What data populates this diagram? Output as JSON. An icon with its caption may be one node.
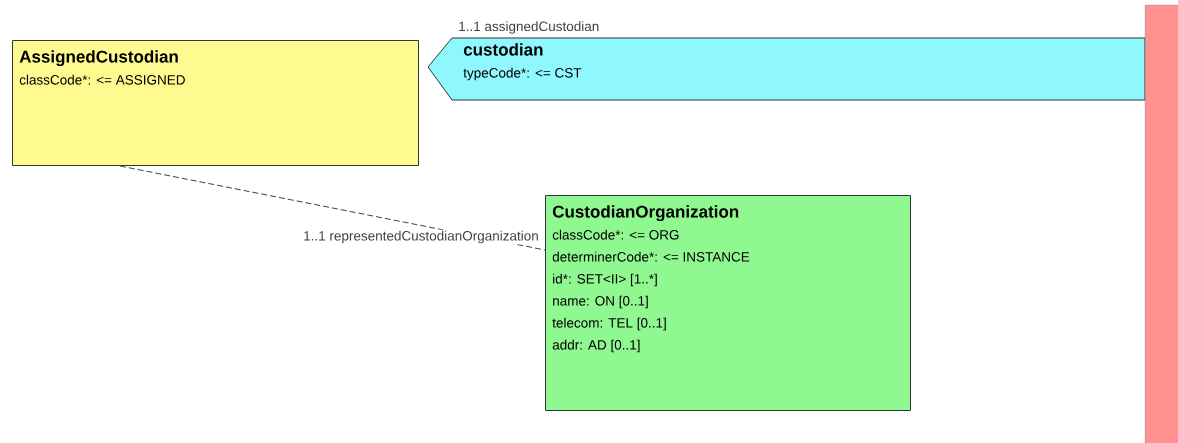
{
  "diagram": {
    "nodes": [
      {
        "text": [
          "AssignedCustodian",
          "classCode*: <= ASSIGNED"
        ]
      },
      {
        "text": [
          "custodian",
          "typeCode*: <= CST"
        ],
        "beside": [
          "1..1 assignedCustodian"
        ]
      },
      {
        "text": [],
        "shape": "bar"
      },
      {
        "text": [
          "CustodianOrganization",
          "classCode*: <= ORG",
          "determinerCode*: <= INSTANCE",
          "id*: SET<II> [1..*]",
          "name: ON [0..1]",
          "telecom: TEL [0..1]",
          "addr: AD [0..1]"
        ]
      }
    ],
    "edges": [
      {
        "from": 0,
        "to": 3,
        "arrow": "none",
        "style": "dashed",
        "label": "1..1 representedCustodianOrganization"
      }
    ]
  }
}
